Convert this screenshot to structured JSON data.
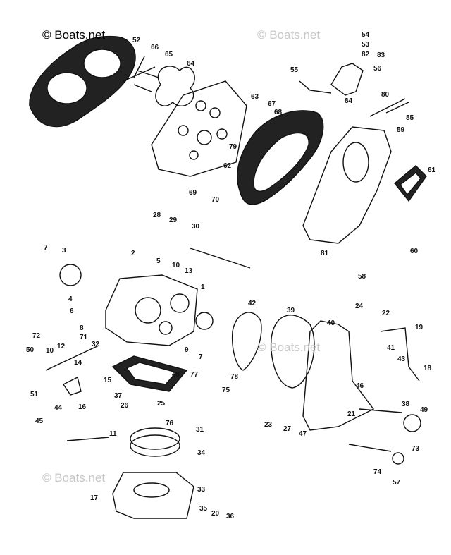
{
  "watermark": {
    "text_dark": "© Boats.net",
    "text_light": "© Boats.net"
  },
  "part_numbers": [
    "52",
    "66",
    "65",
    "64",
    "63",
    "67",
    "68",
    "62",
    "69",
    "70",
    "79",
    "54",
    "53",
    "82",
    "83",
    "56",
    "55",
    "80",
    "84",
    "85",
    "59",
    "61",
    "81",
    "60",
    "58",
    "28",
    "29",
    "30",
    "2",
    "5",
    "10",
    "13",
    "1",
    "7",
    "3",
    "4",
    "6",
    "72",
    "8",
    "71",
    "12",
    "10",
    "32",
    "50",
    "14",
    "15",
    "9",
    "7",
    "78",
    "48",
    "77",
    "75",
    "37",
    "26",
    "25",
    "76",
    "44",
    "16",
    "45",
    "51",
    "11",
    "31",
    "34",
    "33",
    "17",
    "35",
    "20",
    "36",
    "42",
    "39",
    "40",
    "24",
    "22",
    "19",
    "41",
    "43",
    "18",
    "46",
    "38",
    "49",
    "21",
    "23",
    "27",
    "47",
    "73",
    "74",
    "57"
  ],
  "colors": {
    "ink": "#111111",
    "paper": "#ffffff",
    "watermark_light": "#c8c8c8"
  }
}
